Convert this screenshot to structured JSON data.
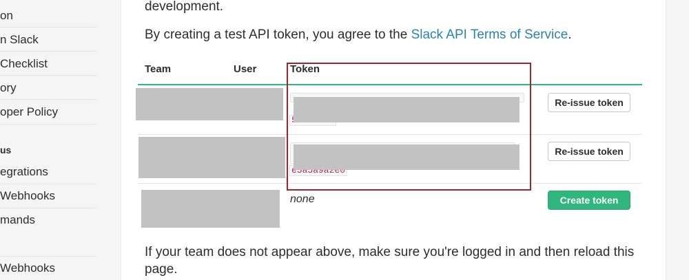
{
  "sidebar": {
    "items": [
      {
        "label": "on"
      },
      {
        "label": "n Slack"
      },
      {
        "label": "Checklist"
      },
      {
        "label": "ory"
      },
      {
        "label": "oper Policy"
      },
      {
        "label": "us"
      },
      {
        "label": "egrations"
      },
      {
        "label": "Webhooks"
      },
      {
        "label": "mands"
      },
      {
        "label": "Webhooks"
      }
    ]
  },
  "main": {
    "intro_tail": "development.",
    "agree_prefix": "By creating a test API token, you agree to the ",
    "agree_link": "Slack API Terms of Service",
    "agree_suffix": ".",
    "table": {
      "headers": [
        "Team",
        "User",
        "Token"
      ],
      "rows": [
        {
          "token_fragment": "5d14d0c0",
          "action": "Re-issue token"
        },
        {
          "token_fragment": "e5a5a9a2e0",
          "action": "Re-issue token"
        },
        {
          "token_text": "none",
          "action": "Create token"
        }
      ]
    },
    "footer_text": "If your team does not appear above, make sure you're logged in and then reload this page."
  },
  "colors": {
    "link": "#2a80b9",
    "accent_green": "#2eb67d",
    "highlight_red": "#a0252a",
    "redaction_gray": "#c2c2c2"
  }
}
